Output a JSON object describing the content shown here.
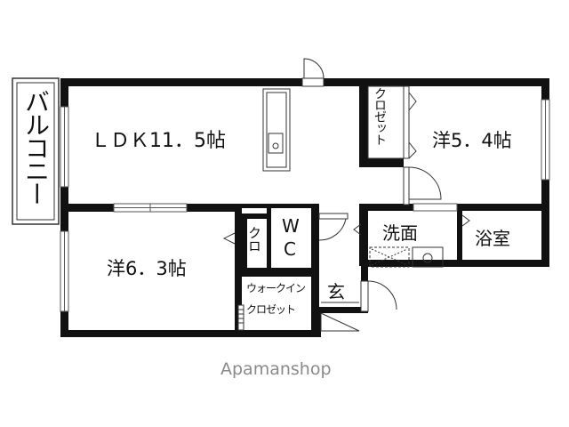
{
  "rooms": {
    "balcony": "バルコニー",
    "ldk": "ＬＤＫ11．5帖",
    "western_54": "洋5．4帖",
    "closet_top": "クロゼット",
    "western_63": "洋6．3帖",
    "closet_small": "クロ",
    "wc_line1": "W",
    "wc_line2": "C",
    "walkin_line1": "ウォークイン",
    "walkin_line2": "クロゼット",
    "washroom": "洗面",
    "bathroom": "浴室",
    "entrance": "玄"
  },
  "watermark": "Apamanshop",
  "colors": {
    "wall": "#111111",
    "line": "#555555",
    "watermark": "#8a8a8a"
  }
}
